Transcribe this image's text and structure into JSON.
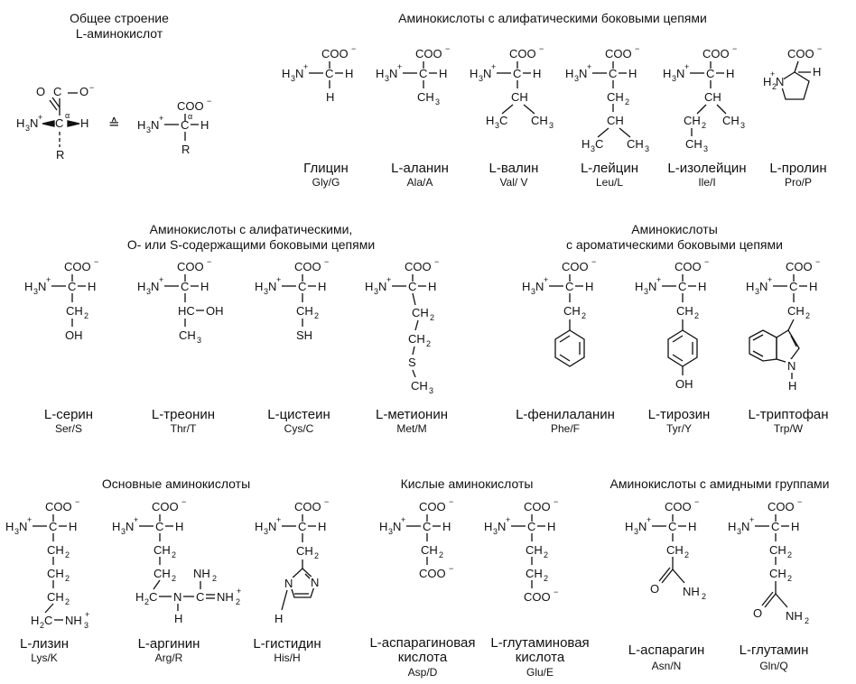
{
  "headings": {
    "general": [
      "Общее строение",
      "L-аминокислот"
    ],
    "aliphatic": "Аминокислоты с алифатическими боковыми цепями",
    "os": [
      "Аминокислоты с алифатическими,",
      "O- или S-содержащими боковыми цепями"
    ],
    "aromatic": [
      "Аминокислоты",
      "с ароматическими боковыми цепями"
    ],
    "basic": "Основные аминокислоты",
    "acidic": "Кислые аминокислоты",
    "amide": "Аминокислоты с амидными группами"
  },
  "general_structure": {
    "carboxyl": "COO⁻",
    "amino": "H₃N⁺",
    "alpha": "α",
    "r_group": "R",
    "hydrogen": "H",
    "equivalence": "≙"
  },
  "amino_acids": [
    {
      "id": "gly",
      "name": "Глицин",
      "code": "Gly/G"
    },
    {
      "id": "ala",
      "name": "L-аланин",
      "code": "Ala/A"
    },
    {
      "id": "val",
      "name": "L-валин",
      "code": "Val/ V"
    },
    {
      "id": "leu",
      "name": "L-лейцин",
      "code": "Leu/L"
    },
    {
      "id": "ile",
      "name": "L-изолейцин",
      "code": "Ile/I"
    },
    {
      "id": "pro",
      "name": "L-пролин",
      "code": "Pro/P"
    },
    {
      "id": "ser",
      "name": "L-серин",
      "code": "Ser/S"
    },
    {
      "id": "thr",
      "name": "L-треонин",
      "code": "Thr/T"
    },
    {
      "id": "cys",
      "name": "L-цистеин",
      "code": "Cys/C"
    },
    {
      "id": "met",
      "name": "L-метионин",
      "code": "Met/M"
    },
    {
      "id": "phe",
      "name": "L-фенилаланин",
      "code": "Phe/F"
    },
    {
      "id": "tyr",
      "name": "L-тирозин",
      "code": "Tyr/Y"
    },
    {
      "id": "trp",
      "name": "L-триптофан",
      "code": "Trp/W"
    },
    {
      "id": "lys",
      "name": "L-лизин",
      "code": "Lys/K"
    },
    {
      "id": "arg",
      "name": "L-аргинин",
      "code": "Arg/R"
    },
    {
      "id": "his",
      "name": "L-гистидин",
      "code": "His/H"
    },
    {
      "id": "asp",
      "name": "L-аспарагиновая кислота",
      "code": "Asp/D"
    },
    {
      "id": "glu",
      "name": "L-глутаминовая кислота",
      "code": "Glu/E"
    },
    {
      "id": "asn",
      "name": "L-аспарагин",
      "code": "Asn/N"
    },
    {
      "id": "gln",
      "name": "L-глутамин",
      "code": "Gln/Q"
    }
  ]
}
